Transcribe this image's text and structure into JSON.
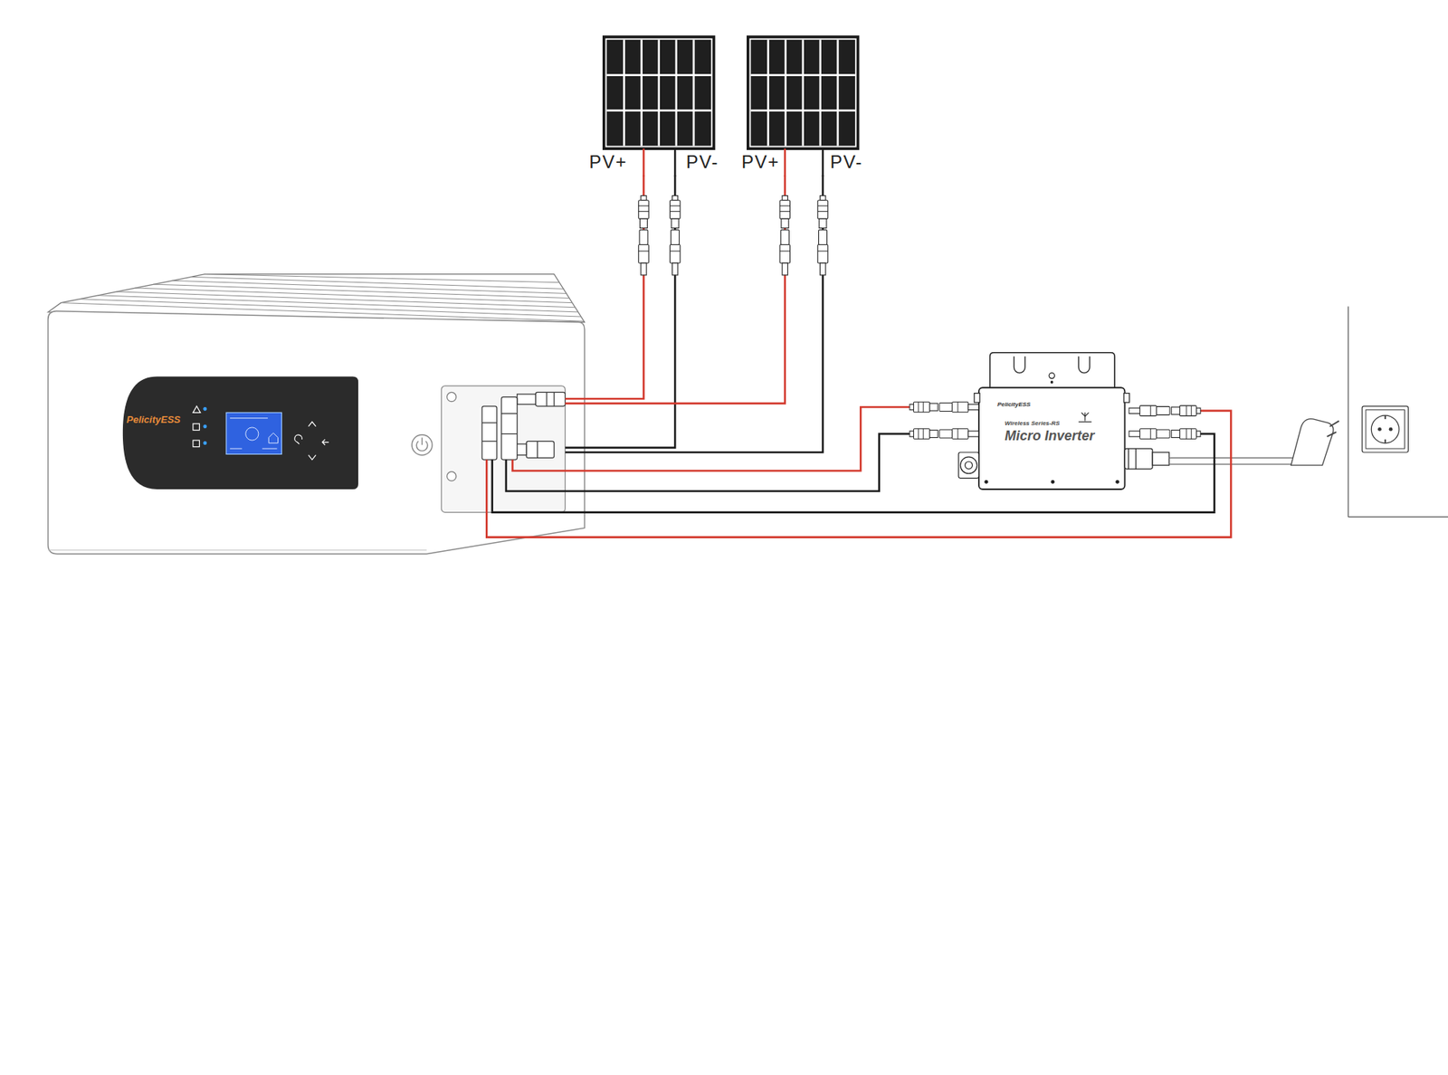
{
  "diagram": {
    "nodes": [
      {
        "text": [
          "PV+",
          "PV-"
        ]
      },
      {
        "text": [
          "PV+",
          "PV-"
        ]
      },
      {
        "text": [
          "PelicityESS"
        ]
      },
      {
        "text": [
          "PelicityESS",
          "Wireless Series-RS",
          "Micro Inverter"
        ]
      }
    ],
    "edges": [
      {
        "from": 0,
        "to": 2,
        "arrow": "none"
      },
      {
        "from": 0,
        "to": 2,
        "arrow": "none"
      },
      {
        "from": 1,
        "to": 2,
        "arrow": "none"
      },
      {
        "from": 1,
        "to": 2,
        "arrow": "none"
      },
      {
        "from": 2,
        "to": 3,
        "arrow": "none"
      },
      {
        "from": 2,
        "to": 3,
        "arrow": "none"
      },
      {
        "from": 2,
        "to": 3,
        "arrow": "none"
      },
      {
        "from": 2,
        "to": 3,
        "arrow": "none"
      }
    ]
  }
}
